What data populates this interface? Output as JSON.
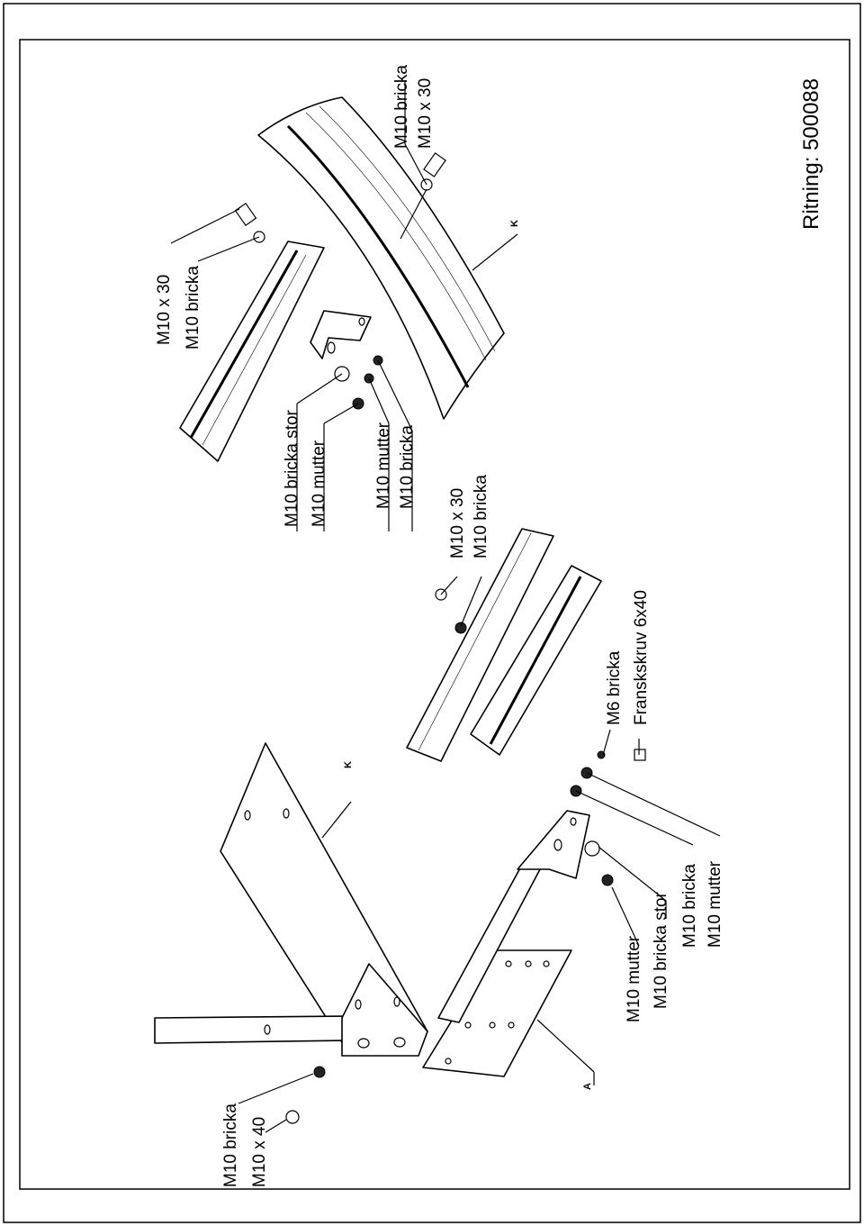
{
  "drawing": {
    "number_text": "Ritning: 500088",
    "part_refs": {
      "bumper_left": "K",
      "bumper_right": "K",
      "mount_plate": "A"
    }
  },
  "labels": {
    "top_right_bolt": [
      "M10 bricka",
      "M10 x 30"
    ],
    "top_left_bolt": [
      "M10 x 30",
      "M10 bricka"
    ],
    "middle_stack": [
      "M10 bricka stor",
      "M10 mutter"
    ],
    "middle_pair": [
      "M10 mutter",
      "M10 bricka"
    ],
    "center_bolt": [
      "M10 x 30",
      "M10 bricka"
    ],
    "center_screw": [
      "M6 bricka",
      "Franskskruv 6x40"
    ],
    "bottom_stack": [
      "M10 mutter",
      "M10 bricka stor",
      "M10 bricka",
      "M10 mutter"
    ],
    "left_bolt": [
      "M10 bricka",
      "M10 x 40"
    ]
  }
}
